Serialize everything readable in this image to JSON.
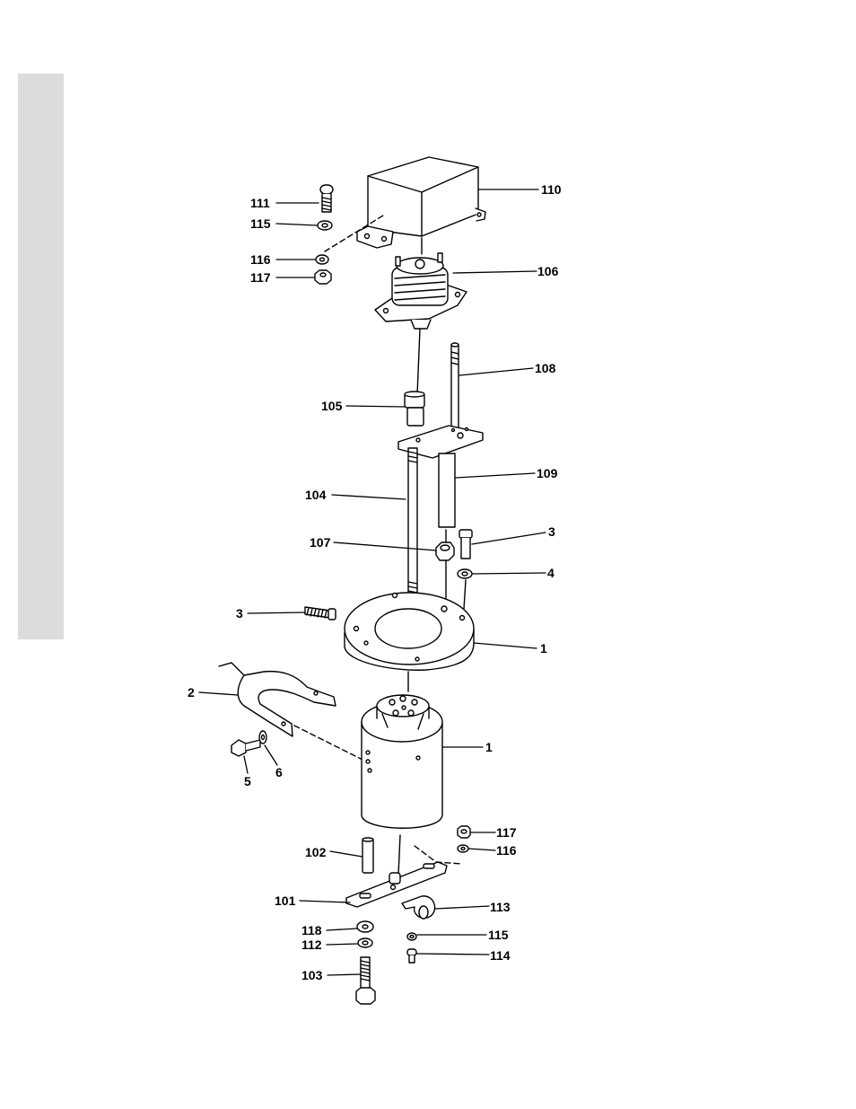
{
  "page": {
    "side_tab_color": "#dcdcdc",
    "line_color": "#000000"
  },
  "callouts": [
    {
      "id": "c110",
      "text": "110"
    },
    {
      "id": "c111",
      "text": "111"
    },
    {
      "id": "c115a",
      "text": "115"
    },
    {
      "id": "c116a",
      "text": "116"
    },
    {
      "id": "c117a",
      "text": "117"
    },
    {
      "id": "c106",
      "text": "106"
    },
    {
      "id": "c108",
      "text": "108"
    },
    {
      "id": "c105",
      "text": "105"
    },
    {
      "id": "c109",
      "text": "109"
    },
    {
      "id": "c104",
      "text": "104"
    },
    {
      "id": "c3a",
      "text": "3"
    },
    {
      "id": "c107",
      "text": "107"
    },
    {
      "id": "c4",
      "text": "4"
    },
    {
      "id": "c3b",
      "text": "3"
    },
    {
      "id": "c1a",
      "text": "1"
    },
    {
      "id": "c2",
      "text": "2"
    },
    {
      "id": "c1b",
      "text": "1"
    },
    {
      "id": "c5",
      "text": "5"
    },
    {
      "id": "c6",
      "text": "6"
    },
    {
      "id": "c117b",
      "text": "117"
    },
    {
      "id": "c116b",
      "text": "116"
    },
    {
      "id": "c102",
      "text": "102"
    },
    {
      "id": "c101",
      "text": "101"
    },
    {
      "id": "c113",
      "text": "113"
    },
    {
      "id": "c118",
      "text": "118"
    },
    {
      "id": "c115b",
      "text": "115"
    },
    {
      "id": "c112",
      "text": "112"
    },
    {
      "id": "c114",
      "text": "114"
    },
    {
      "id": "c103",
      "text": "103"
    }
  ]
}
